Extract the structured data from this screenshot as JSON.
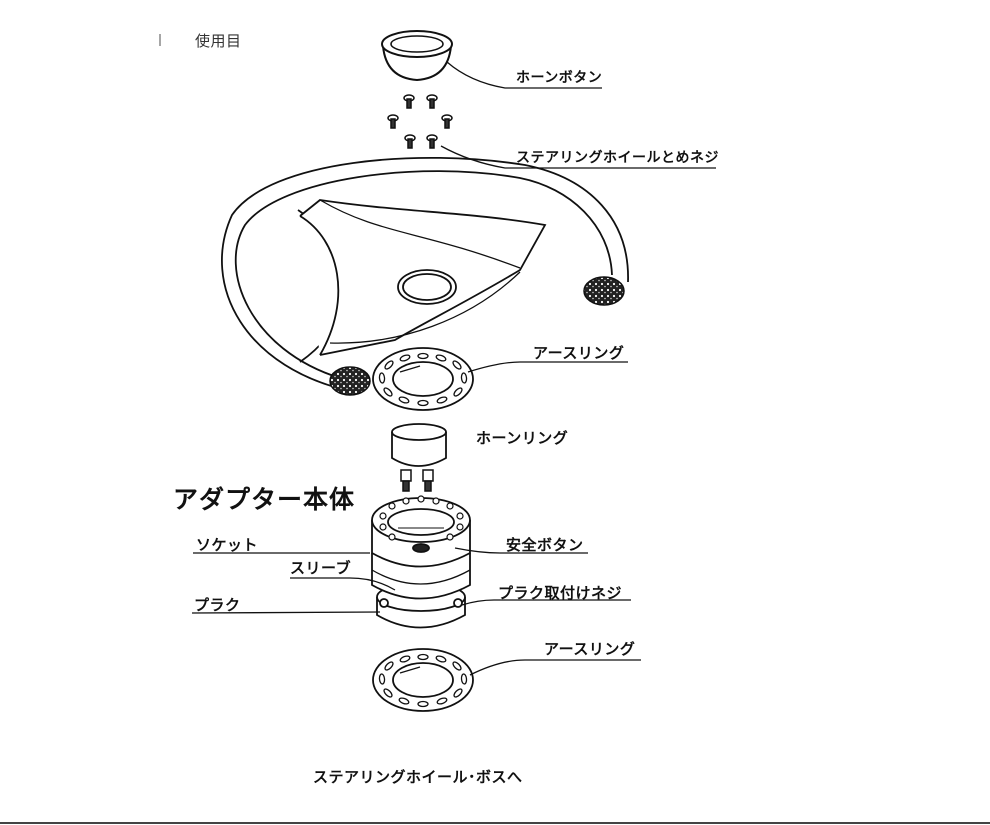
{
  "header_text": "使用目",
  "labels": {
    "horn_button": "ホーンボタン",
    "wheel_screw": "ステアリングホイールとめネジ",
    "earth_ring_upper": "アースリング",
    "horn_ring": "ホーンリング",
    "adapter_body": "アダプター本体",
    "socket": "ソケット",
    "sleeve": "スリーブ",
    "safety_button": "安全ボタン",
    "plug": "プラク",
    "plug_screw": "プラク取付けネジ",
    "earth_ring_lower": "アースリング",
    "to_boss": "ステアリングホイール･ボスへ"
  },
  "colors": {
    "ink": "#111111",
    "paper": "#ffffff"
  }
}
